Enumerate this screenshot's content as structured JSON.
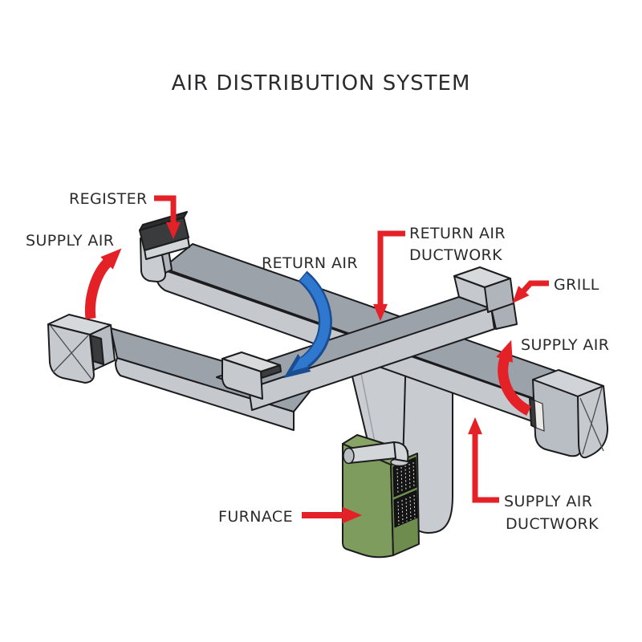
{
  "title": "AIR DISTRIBUTION SYSTEM",
  "labels": {
    "register": "REGISTER",
    "supply_air_left": "SUPPLY AIR",
    "return_air": "RETURN AIR",
    "return_air_ductwork": [
      "RETURN AIR",
      "DUCTWORK"
    ],
    "grill": "GRILL",
    "supply_air_right": "SUPPLY AIR",
    "furnace": "FURNACE",
    "supply_air_ductwork": [
      "SUPPLY AIR",
      "DUCTWORK"
    ]
  },
  "colors": {
    "background": "#ffffff",
    "label_text": "#2b2b2e",
    "arrow_red": "#e32126",
    "arrow_blue": "#2a72c6",
    "arrow_blue_outline": "#1a4d92",
    "duct_top": "#9ca2a9",
    "duct_side": "#c5c9ce",
    "duct_cap": "#d7dadd",
    "duct_dark_side": "#b0b5bb",
    "register_black": "#3a3b3d",
    "furnace_green_front": "#7e9c5d",
    "furnace_green_side": "#6d8c4e",
    "furnace_green_top": "#87a465"
  }
}
